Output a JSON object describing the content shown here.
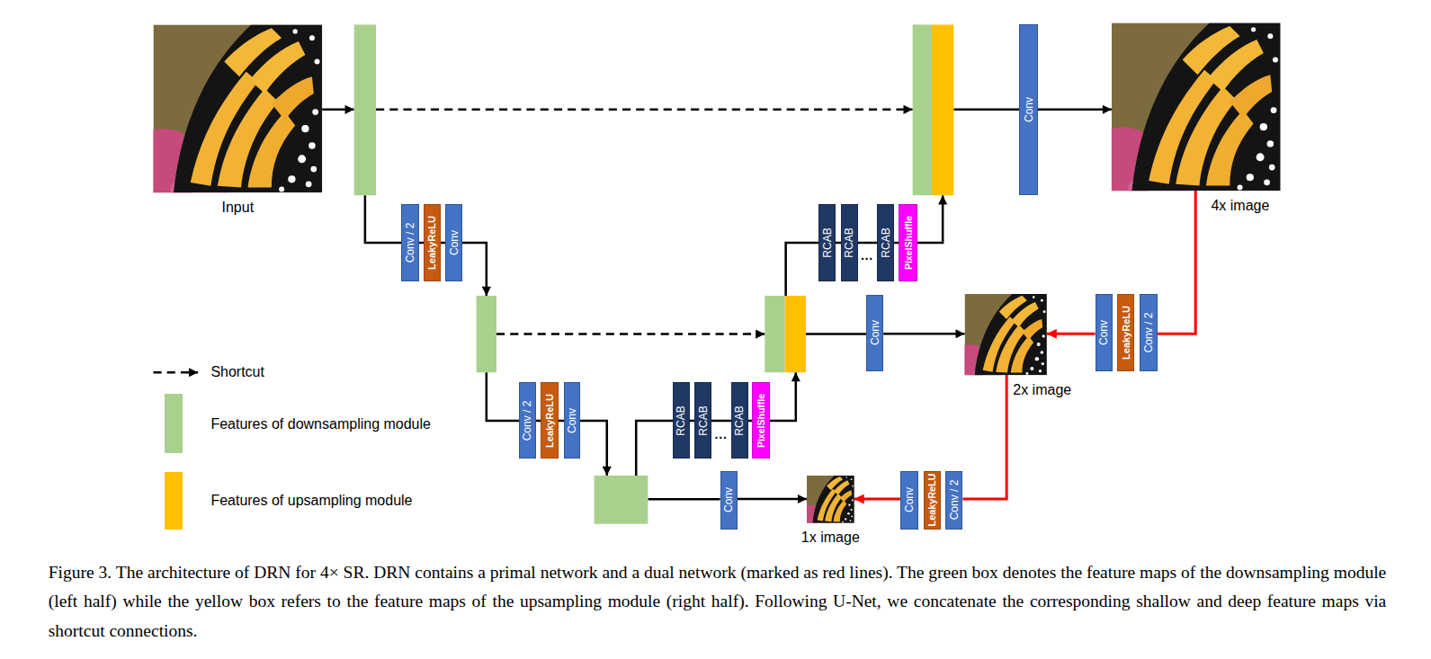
{
  "diagram": {
    "caption": "Figure 3. The architecture of DRN for 4× SR. DRN contains a primal network and a dual network (marked as red lines). The green box denotes the feature maps of the downsampling module (left half) while the yellow box refers to the feature maps of the upsampling module (right half). Following U-Net, we concatenate the corresponding shallow and deep feature maps via shortcut connections.",
    "nodes": [
      {
        "text": [
          "Input"
        ]
      },
      {
        "text": [
          "Conv / 2"
        ]
      },
      {
        "text": [
          "LeakyReLU"
        ]
      },
      {
        "text": [
          "Conv"
        ]
      },
      {
        "text": [
          "RCAB"
        ]
      },
      {
        "text": [
          "RCAB"
        ]
      },
      {
        "text": [
          "RCAB"
        ]
      },
      {
        "text": [
          "PixelShuffle"
        ]
      },
      {
        "text": [
          "Conv"
        ]
      },
      {
        "text": [
          "4x image"
        ]
      },
      {
        "text": [
          "Conv"
        ]
      },
      {
        "text": [
          "2x image"
        ]
      },
      {
        "text": [
          "Conv"
        ]
      },
      {
        "text": [
          "LeakyReLU"
        ]
      },
      {
        "text": [
          "Conv / 2"
        ]
      },
      {
        "text": [
          "Conv / 2"
        ]
      },
      {
        "text": [
          "LeakyReLU"
        ]
      },
      {
        "text": [
          "Conv"
        ]
      },
      {
        "text": [
          "RCAB"
        ]
      },
      {
        "text": [
          "RCAB"
        ]
      },
      {
        "text": [
          "RCAB"
        ]
      },
      {
        "text": [
          "PixelShuffle"
        ]
      },
      {
        "text": [
          "Conv"
        ]
      },
      {
        "text": [
          "1x image"
        ]
      },
      {
        "text": [
          "Conv"
        ]
      },
      {
        "text": [
          "LeakyReLU"
        ]
      },
      {
        "text": [
          "Conv / 2"
        ]
      }
    ],
    "edges": [
      {
        "from": 8,
        "to": 9,
        "arrow": "to"
      },
      {
        "from": 10,
        "to": 11,
        "arrow": "to"
      },
      {
        "from": 22,
        "to": 23,
        "arrow": "to"
      },
      {
        "from": 9,
        "to": 14,
        "arrow": "none"
      },
      {
        "from": 12,
        "to": 11,
        "arrow": "to"
      },
      {
        "from": 11,
        "to": 26,
        "arrow": "none"
      },
      {
        "from": 24,
        "to": 23,
        "arrow": "to"
      }
    ],
    "labels": [
      "···",
      "···"
    ],
    "legend": [
      {
        "text": "Shortcut"
      },
      {
        "text": "Features of downsampling module",
        "color": "#a9d18e"
      },
      {
        "text": "Features of upsampling module",
        "color": "#ffc000"
      }
    ]
  }
}
